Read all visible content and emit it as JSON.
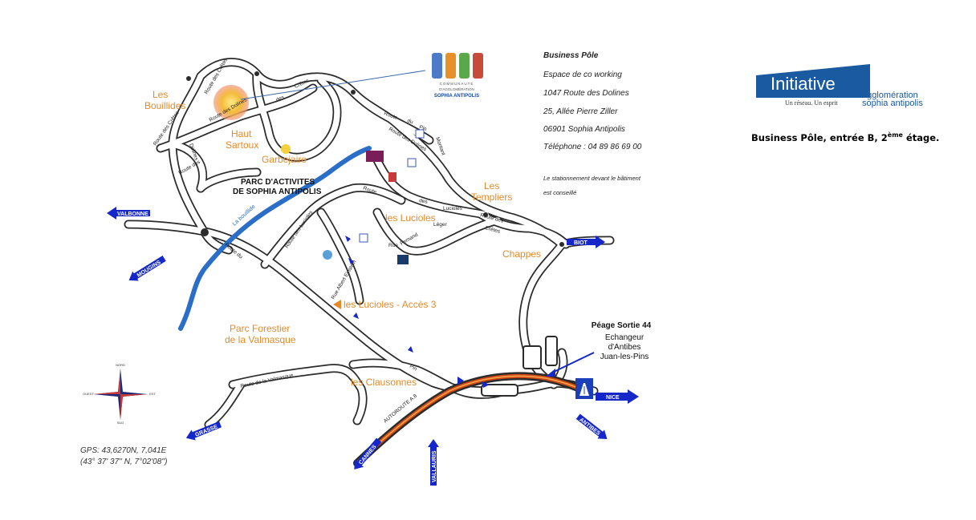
{
  "address": {
    "title": "Business Pôle",
    "line1": "Espace de co working",
    "line2": "1047 Route des Dolines",
    "line3": "25, Allée Pierre Ziller",
    "line4": "06901 Sophia Antipolis",
    "phone": "Téléphone : 04 89 86 69 00",
    "parking1": "Le stationnement devant le bâtiment",
    "parking2": "est conseillé"
  },
  "gps": {
    "line1": "GPS: 43,6270N,  7,041E",
    "line2": "(43° 37' 37'' N, 7°02'08'')"
  },
  "logo": {
    "main": "Initiative",
    "sub1": "agglomération",
    "sub2": "sophia antipolis",
    "tagline": "Un réseau. Un esprit",
    "brand_color": "#1a5aa0"
  },
  "caption": {
    "prefix": "Business Pôle, entrée B, 2",
    "sup": "ème",
    "suffix": " étage."
  },
  "community_logo": {
    "line1": "COMMUNAUTE",
    "line2": "D'AGGLOMÉRATION",
    "line3": "SOPHIA ANTIPOLIS"
  },
  "places": {
    "bouillides1": "Les",
    "bouillides2": "Bouillides",
    "haut1": "Haut",
    "haut2": "Sartoux",
    "garbejaire": "Garbejaire",
    "templiers1": "Les",
    "templiers2": "Templiers",
    "lucioles": "les Lucioles",
    "chappes": "Chappes",
    "lucioles_acces": "les Lucioles - Accès 3",
    "forestier1": "Parc Forestier",
    "forestier2": "de la Valmasque",
    "clausonnes": "les Clausonnes",
    "parc1": "PARC D'ACTIVITES",
    "parc2": "DE SOPHIA ANTIPOLIS"
  },
  "peage": {
    "title": "Péage Sortie 44",
    "line1": "Echangeur",
    "line2": "d'Antibes",
    "line3": "Juan-les-Pins"
  },
  "arrows": {
    "valbonne": "VALBONNE",
    "mougins": "MOUGINS",
    "biot": "BIOT",
    "nice": "NICE",
    "antibes": "ANTIBES",
    "vallauris": "VALLAURIS",
    "cannes": "CANNES",
    "grasse": "GRASSE"
  },
  "roads": {
    "cretes1": "Route des Crêtes",
    "cretes2": "Route des Crêtes",
    "dolines": "Route des Dolines",
    "des_cretes": "des",
    "cretes_word": "Crêtes",
    "pin1": "Route",
    "pin2": "du",
    "pin3": "Pin",
    "montant": "Montant",
    "route_dolines": "Route des Dolines",
    "route_des": "Route",
    "des2": "des",
    "lucioles_road": "Lucioles",
    "route_des_lucioles": "Route des Lucioles",
    "leger": "Léger",
    "rue": "Rue",
    "fernand": "Fernand",
    "route_des_cretes3": "Route des",
    "cretes3": "Crêtes",
    "albert": "Rue Albert Einstein",
    "route_du": "Route du",
    "pin_road": "Pin",
    "autoroute": "AUTOROUTE A.8",
    "valmasque": "Route de la Valmasque",
    "bouillide": "La bouillide",
    "dolines2": "Dolines",
    "route_des2": "Route des"
  },
  "compass": {
    "n": "NORD",
    "s": "SUD",
    "e": "EST",
    "w": "OUEST"
  },
  "colors": {
    "road": "#2b2b2b",
    "river": "#2a6ec8",
    "place": "#e58a2a",
    "arrow": "#1527c8",
    "highway": "#d44a18",
    "sun": "#f5c242"
  }
}
